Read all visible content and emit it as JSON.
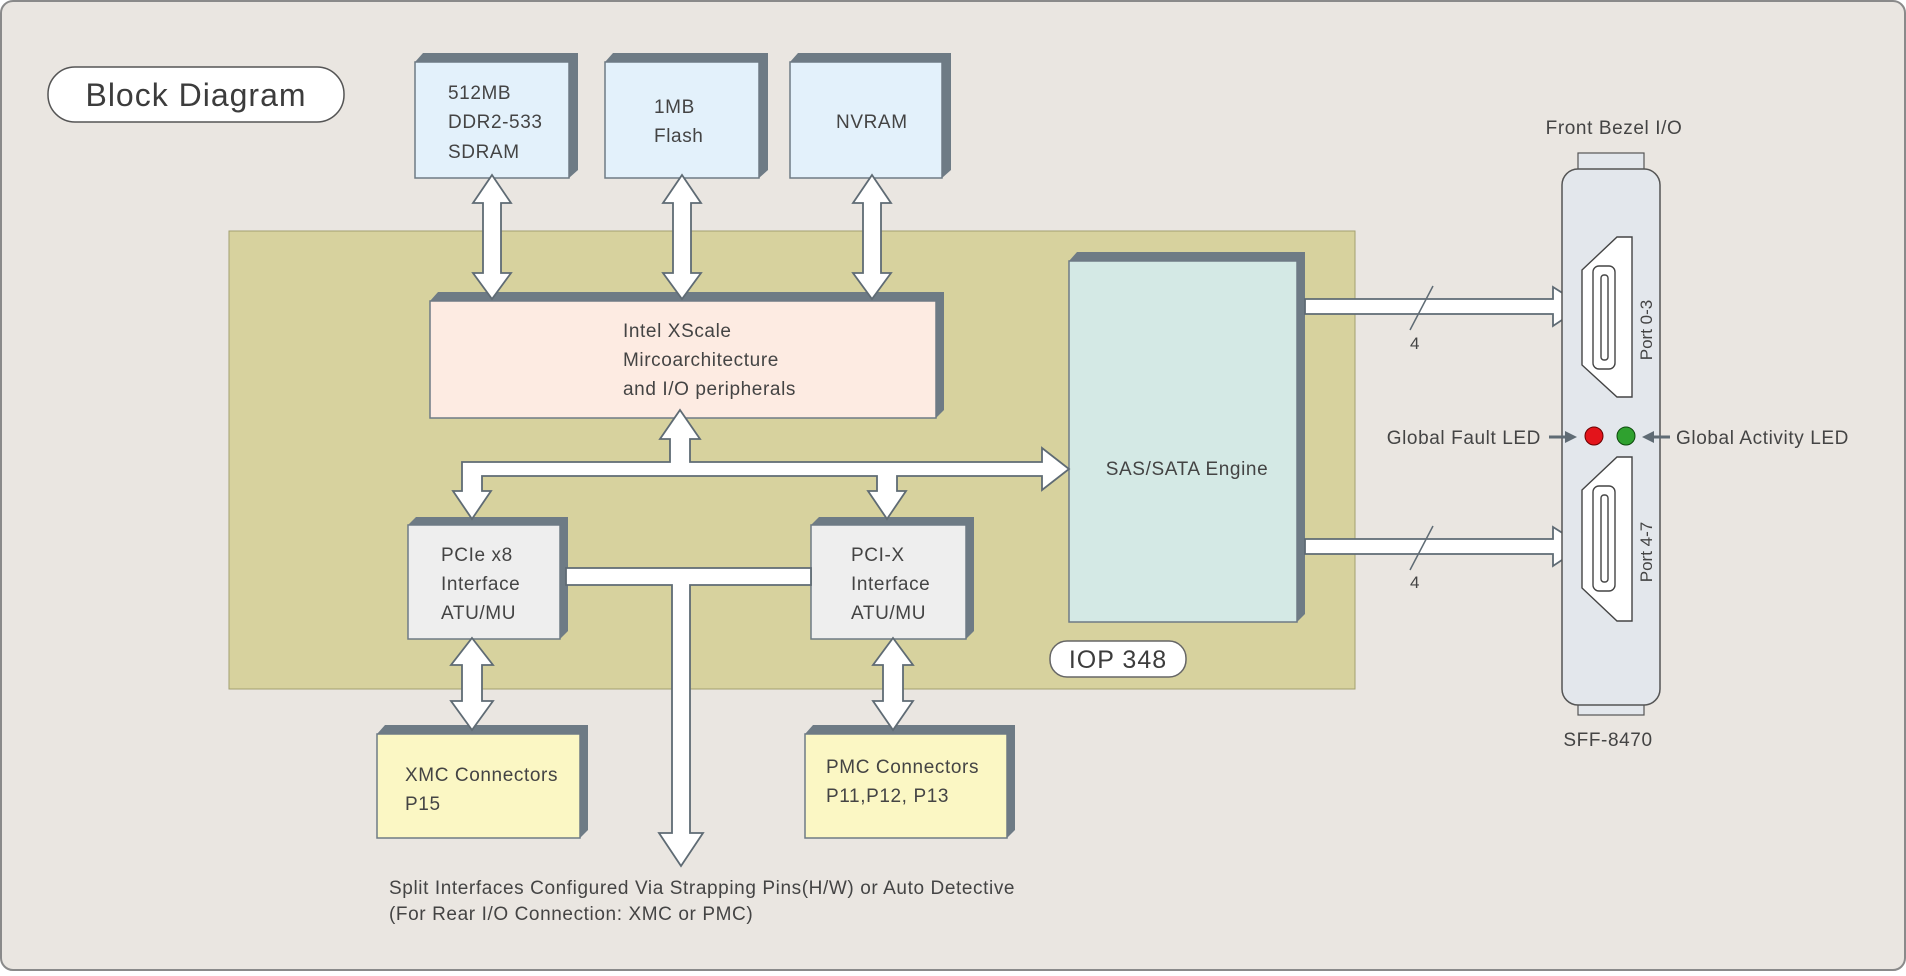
{
  "title": "Block Diagram",
  "memory": {
    "sdram": [
      "512MB",
      "DDR2-533",
      "SDRAM"
    ],
    "flash": [
      "1MB",
      "Flash"
    ],
    "nvram": [
      "NVRAM"
    ]
  },
  "cpu": [
    "Intel XScale",
    "Mircoarchitecture",
    "and I/O peripherals"
  ],
  "pcie": [
    "PCIe x8",
    "Interface",
    "ATU/MU"
  ],
  "pcix": [
    "PCI-X",
    "Interface",
    "ATU/MU"
  ],
  "sas": "SAS/SATA Engine",
  "iop": "IOP 348",
  "xmc": [
    "XMC Connectors",
    "P15"
  ],
  "pmc": [
    "PMC Connectors",
    "P11,P12, P13"
  ],
  "bezel": {
    "title": "Front Bezel I/O",
    "footer": "SFF-8470",
    "port_top": "Port 0-3",
    "port_bottom": "Port 4-7",
    "fault_led": "Global Fault LED",
    "activity_led": "Global Activity LED",
    "fault_color": "#e3141b",
    "activity_color": "#2fa12f"
  },
  "bus_width_top": "4",
  "bus_width_bottom": "4",
  "note": [
    "Split Interfaces Configured Via Strapping Pins(H/W) or Auto Detective",
    "(For Rear I/O Connection: XMC or PMC)"
  ]
}
